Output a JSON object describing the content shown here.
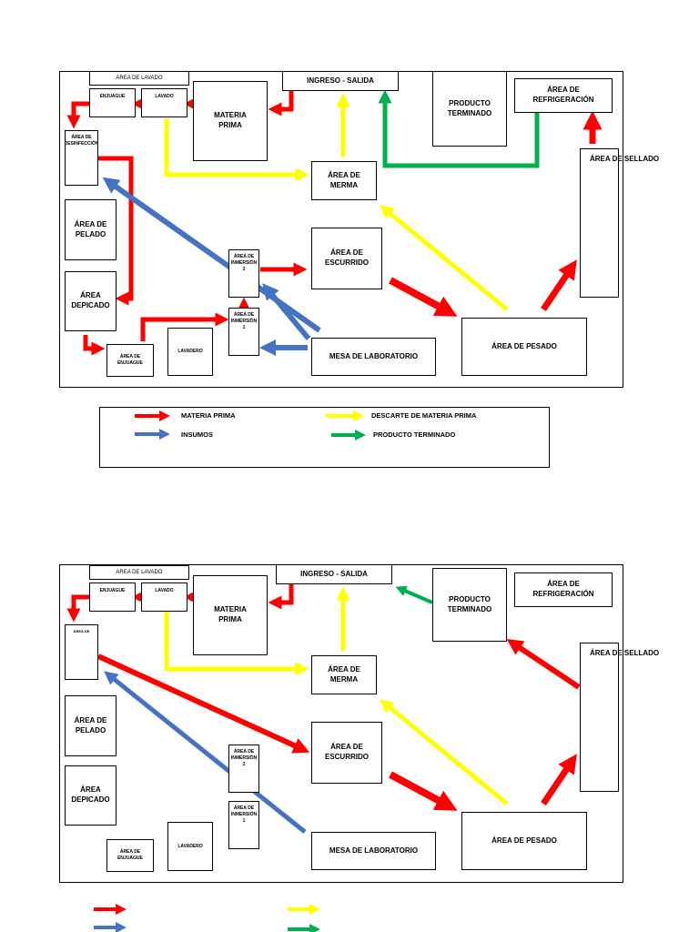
{
  "areas": {
    "area_lavado": "AREA DE LAVADO",
    "enjuague": "ENJUAGUE",
    "lavado": "LAVADO",
    "materia_prima": "MATERIA\nPRIMA",
    "ingreso_salida": "INGRESO - SALIDA",
    "producto_terminado": "PRODUCTO\nTERMINADO",
    "area_refrigeracion": "ÁREA DE\nREFRIGERACIÓN",
    "area_desinfeccion": "ÁREA DE\nDESINFECCIÓN",
    "area_sellado": "ÁREA DE SELLADO",
    "area_merma": "ÁREA DE\nMERMA",
    "area_pelado": "ÁREA DE\nPELADO",
    "area_inmersion_2": "ÁREA DE\nINMERSIÓN\n2",
    "area_escurrido": "ÁREA DE\nESCURRIDO",
    "area_depicado": "ÁREA\nDEPICADO",
    "area_inmersion_1": "ÁREA DE\nINMERSIÓN\n1",
    "area_enjuague": "ÁREA DE\nENJUAGUE",
    "lavadero": "LAVADERO",
    "mesa_laboratorio": "MESA DE LABORATORIO",
    "area_pesado": "ÁREA DE PESADO"
  },
  "diagram2": {
    "area_desinfeccion_obscured": "ÁREA DE"
  },
  "legend": {
    "materia_prima": "MATERIA PRIMA",
    "descarte": "DESCARTE DE MATERIA PRIMA",
    "insumos": "INSUMOS",
    "producto_terminado": "PRODUCTO TERMINADO"
  },
  "colors": {
    "materia_prima": "#ff0000",
    "descarte": "#ffff00",
    "insumos": "#4472c4",
    "producto_terminado": "#00b050"
  }
}
